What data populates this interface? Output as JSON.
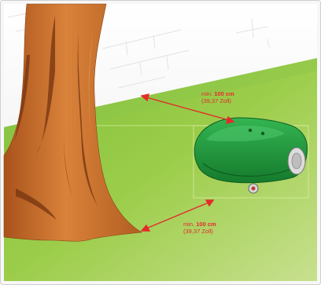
{
  "top_distance": {
    "prefix": "min.",
    "value": "100 cm",
    "imperial": "(39,37 Zoll)"
  },
  "bottom_distance": {
    "prefix": "min.",
    "value": "100 cm",
    "imperial": "(39,37 Zoll)"
  },
  "colors": {
    "arrow": "#e32b2b",
    "grass_light": "#a3d25a",
    "grass_dark": "#5b9e2c",
    "trunk": "#c46b2a",
    "trunk_shade": "#7a3812",
    "mower_body": "#1f9a3c",
    "wall": "#f4f4f4"
  }
}
